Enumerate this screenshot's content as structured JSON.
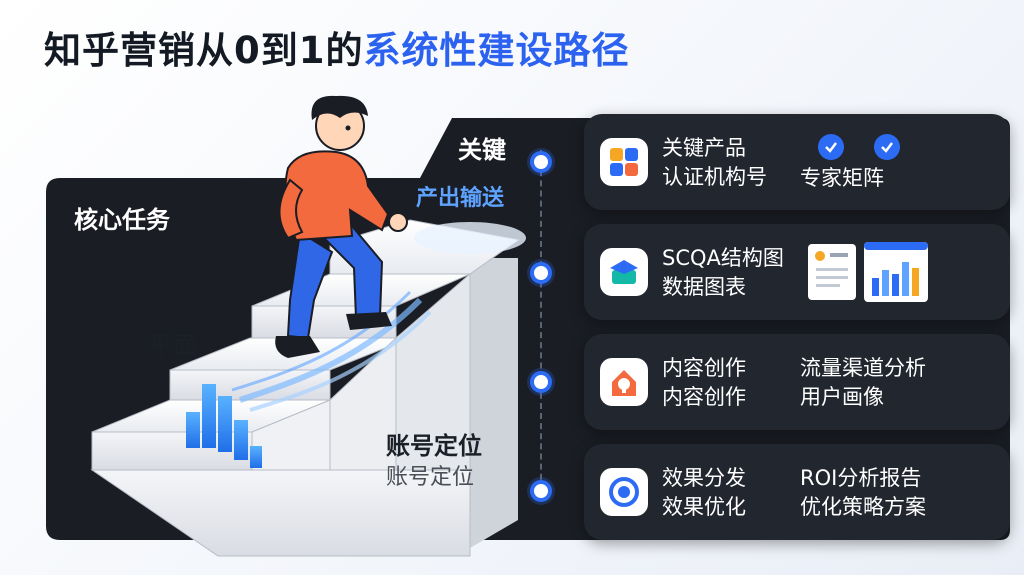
{
  "title": {
    "prefix": "知乎营销从0到1的",
    "highlight": "系统性建设路径"
  },
  "stair_labels": {
    "key": "关键",
    "output": "产出输送",
    "core": "核心任务",
    "flat": "平面",
    "account_bold": "账号定位",
    "account_light": "账号定位"
  },
  "cards": [
    {
      "line1": "关键产品",
      "line2": "认证机构号",
      "extra1": "",
      "extra2": "专家矩阵",
      "icon": "app-grid-icon"
    },
    {
      "line1": "SCQA结构图",
      "line2": "数据图表",
      "icon": "graduation-cap-icon"
    },
    {
      "line1": "内容创作",
      "line2": "内容创作",
      "extra1": "流量渠道分析",
      "extra2": "用户画像",
      "icon": "lightbulb-home-icon"
    },
    {
      "line1": "效果分发",
      "line2": "效果优化",
      "extra1": "ROI分析报告",
      "extra2": "优化策略方案",
      "icon": "target-ring-icon"
    }
  ],
  "colors": {
    "accent": "#2c6cf5",
    "dark_panel": "#22262f",
    "highlight_text": "#2c62f0"
  }
}
